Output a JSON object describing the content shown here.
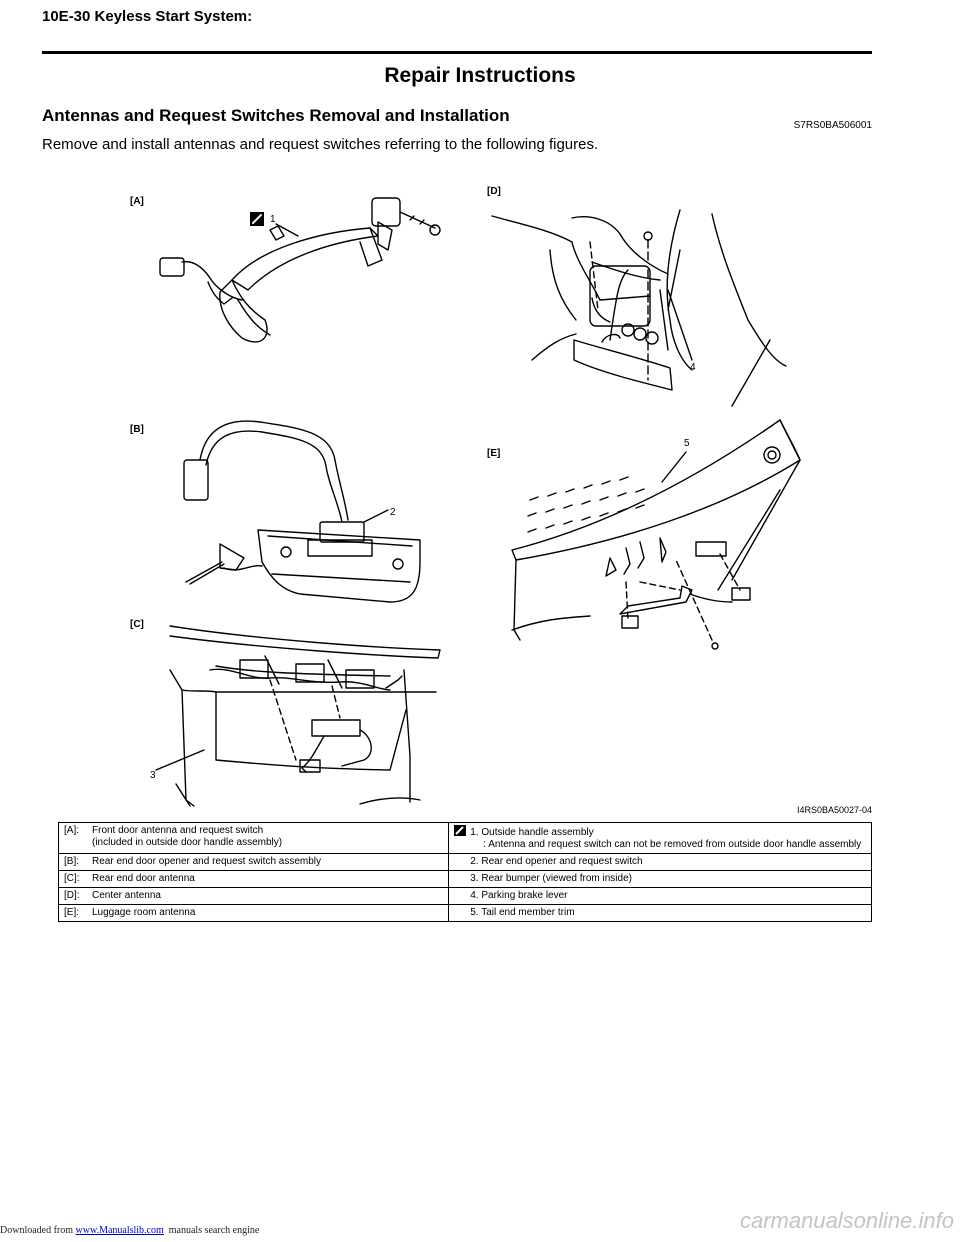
{
  "header": {
    "title": "10E-30   Keyless Start System:"
  },
  "section": {
    "title": "Repair Instructions"
  },
  "procedure": {
    "title": "Antennas and Request Switches Removal and Installation",
    "code": "S7RS0BA506001",
    "intro": "Remove and install antennas and request switches referring to the following figures."
  },
  "figure": {
    "panels": [
      "[A]",
      "[B]",
      "[C]",
      "[D]",
      "[E]"
    ],
    "callouts": [
      "1",
      "2",
      "3",
      "4",
      "5"
    ],
    "code": "I4RS0BA50027-04"
  },
  "legend": {
    "rows": [
      {
        "key": "[A]:",
        "desc": "Front door antenna and request switch",
        "desc2": "(included in outside door handle assembly)",
        "num": "1.",
        "item": "Outside handle assembly",
        "item2": ": Antenna and request switch can not be removed from outside door handle assembly",
        "note_icon": "note-icon"
      },
      {
        "key": "[B]:",
        "desc": "Rear end door opener and request switch assembly",
        "num": "2.",
        "item": "Rear end opener and request switch"
      },
      {
        "key": "[C]:",
        "desc": "Rear end door antenna",
        "num": "3.",
        "item": "Rear bumper (viewed from inside)"
      },
      {
        "key": "[D]:",
        "desc": "Center antenna",
        "num": "4.",
        "item": "Parking brake lever"
      },
      {
        "key": "[E]:",
        "desc": "Luggage room antenna",
        "num": "5.",
        "item": "Tail end member trim"
      }
    ]
  },
  "footer": {
    "prefix": "Downloaded from ",
    "link": "www.Manualslib.com",
    "suffix": "  manuals search engine"
  },
  "watermark": "carmanualsonline.info"
}
